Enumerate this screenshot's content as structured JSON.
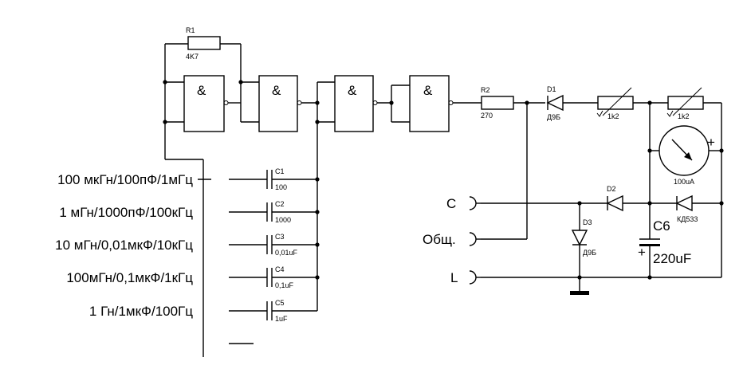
{
  "gates": {
    "symbol": "&"
  },
  "resistors": {
    "r1": {
      "name": "R1",
      "value": "4K7"
    },
    "r2": {
      "name": "R2",
      "value": "270"
    },
    "rv1": {
      "value": "1k2"
    },
    "rv2": {
      "value": "1k2"
    }
  },
  "capacitors": [
    {
      "name": "C1",
      "value": "100"
    },
    {
      "name": "C2",
      "value": "1000"
    },
    {
      "name": "C3",
      "value": "0,01uF"
    },
    {
      "name": "C4",
      "value": "0,1uF"
    },
    {
      "name": "C5",
      "value": "1uF"
    }
  ],
  "c6": {
    "name": "C6",
    "value": "220uF"
  },
  "diodes": {
    "d1": {
      "name": "D1",
      "type": "Д9Б"
    },
    "d2": {
      "name": "D2"
    },
    "d3": {
      "name": "D3",
      "type": "Д9Б"
    },
    "d4": {
      "type": "КД533"
    }
  },
  "meter": {
    "value": "100uA",
    "plus": "+"
  },
  "c6_plus": "+",
  "ranges": [
    "100 мкГн/100пФ/1мГц",
    "1 мГн/1000пФ/100кГц",
    "10 мГн/0,01мкФ/10кГц",
    "100мГн/0,1мкФ/1кГц",
    "1 Гн/1мкФ/100Гц"
  ],
  "terminals": {
    "c": "C",
    "common": "Общ.",
    "l": "L"
  }
}
